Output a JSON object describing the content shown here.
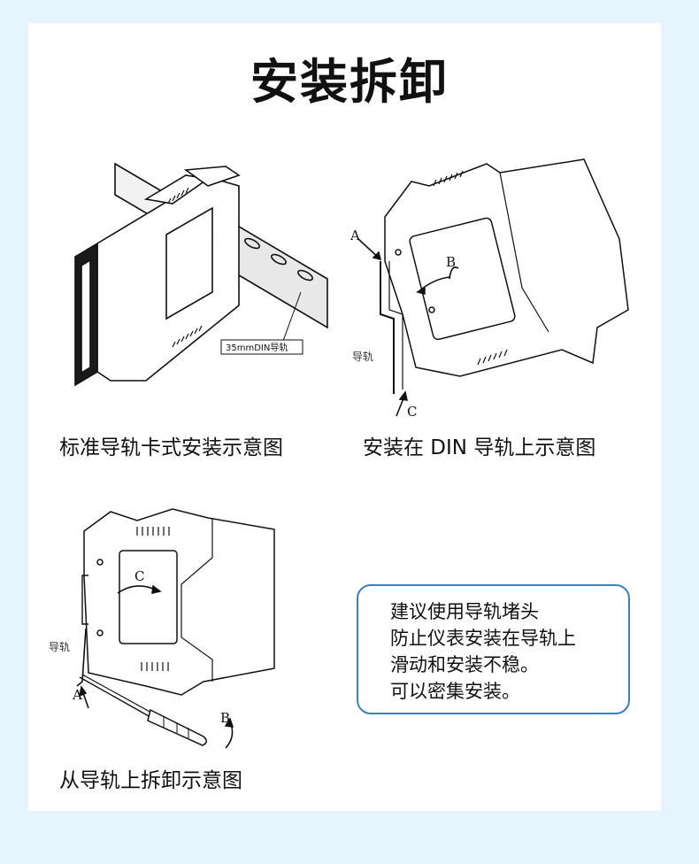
{
  "title": "安装拆卸",
  "figures": [
    {
      "caption": "标准导轨卡式安装示意图",
      "callout": "35mmDIN导轨"
    },
    {
      "caption": "安装在 DIN 导轨上示意图",
      "rail_label": "导轨",
      "labels": [
        "A",
        "B",
        "C"
      ]
    },
    {
      "caption": "从导轨上拆卸示意图",
      "rail_label": "导轨",
      "labels": [
        "A",
        "B",
        "C"
      ]
    }
  ],
  "note": {
    "lines": [
      "建议使用导轨堵头",
      "防止仪表安装在导轨上",
      "滑动和安装不稳。",
      "可以密集安装。"
    ]
  },
  "colors": {
    "background": "#e6f5fd",
    "card": "#ffffff",
    "box_border": "#3a7fc8"
  }
}
